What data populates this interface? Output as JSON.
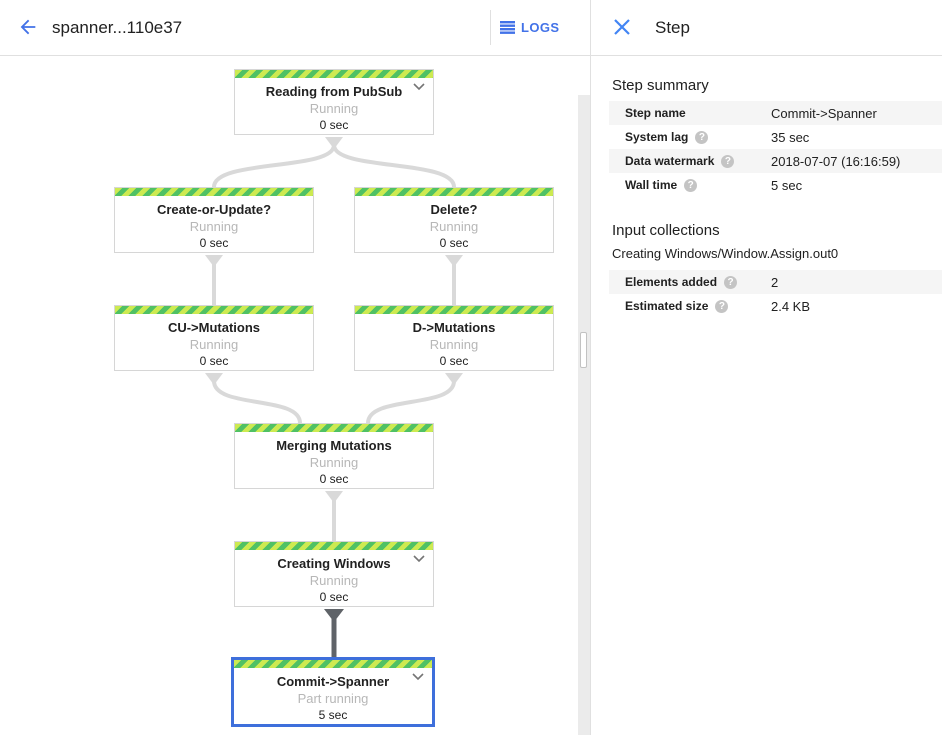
{
  "header": {
    "title": "spanner...110e37",
    "logs_label": "LOGS"
  },
  "panel": {
    "title": "Step"
  },
  "graph": {
    "nodes": [
      {
        "id": "reading-from-pubsub",
        "title": "Reading from PubSub",
        "status": "Running",
        "time": "0 sec",
        "expandable": true,
        "selected": false
      },
      {
        "id": "create-or-update",
        "title": "Create-or-Update?",
        "status": "Running",
        "time": "0 sec",
        "expandable": false,
        "selected": false
      },
      {
        "id": "delete",
        "title": "Delete?",
        "status": "Running",
        "time": "0 sec",
        "expandable": false,
        "selected": false
      },
      {
        "id": "cu-mutations",
        "title": "CU->Mutations",
        "status": "Running",
        "time": "0 sec",
        "expandable": false,
        "selected": false
      },
      {
        "id": "d-mutations",
        "title": "D->Mutations",
        "status": "Running",
        "time": "0 sec",
        "expandable": false,
        "selected": false
      },
      {
        "id": "merging-mutations",
        "title": "Merging Mutations",
        "status": "Running",
        "time": "0 sec",
        "expandable": false,
        "selected": false
      },
      {
        "id": "creating-windows",
        "title": "Creating Windows",
        "status": "Running",
        "time": "0 sec",
        "expandable": true,
        "selected": false
      },
      {
        "id": "commit-spanner",
        "title": "Commit->Spanner",
        "status": "Part running",
        "time": "5 sec",
        "expandable": true,
        "selected": true
      }
    ],
    "stripe_colors": {
      "light": "#cdea51",
      "dark": "#50c164"
    },
    "selected_border_color": "#3e6fdb",
    "edge_color": "#d9d9d9",
    "active_edge_color": "#5f6368"
  },
  "step_summary": {
    "heading": "Step summary",
    "rows": [
      {
        "label": "Step name",
        "value": "Commit->Spanner"
      },
      {
        "label": "System lag",
        "value": "35 sec"
      },
      {
        "label": "Data watermark",
        "value": "2018-07-07 (16:16:59)"
      },
      {
        "label": "Wall time",
        "value": "5 sec"
      }
    ]
  },
  "input_collections": {
    "heading": "Input collections",
    "collection_name": "Creating Windows/Window.Assign.out0",
    "rows": [
      {
        "label": "Elements added",
        "value": "2"
      },
      {
        "label": "Estimated size",
        "value": "2.4 KB"
      }
    ]
  },
  "colors": {
    "accent_blue": "#4272e8",
    "divider": "#e0e0e0",
    "row_shade": "#f5f5f5"
  }
}
